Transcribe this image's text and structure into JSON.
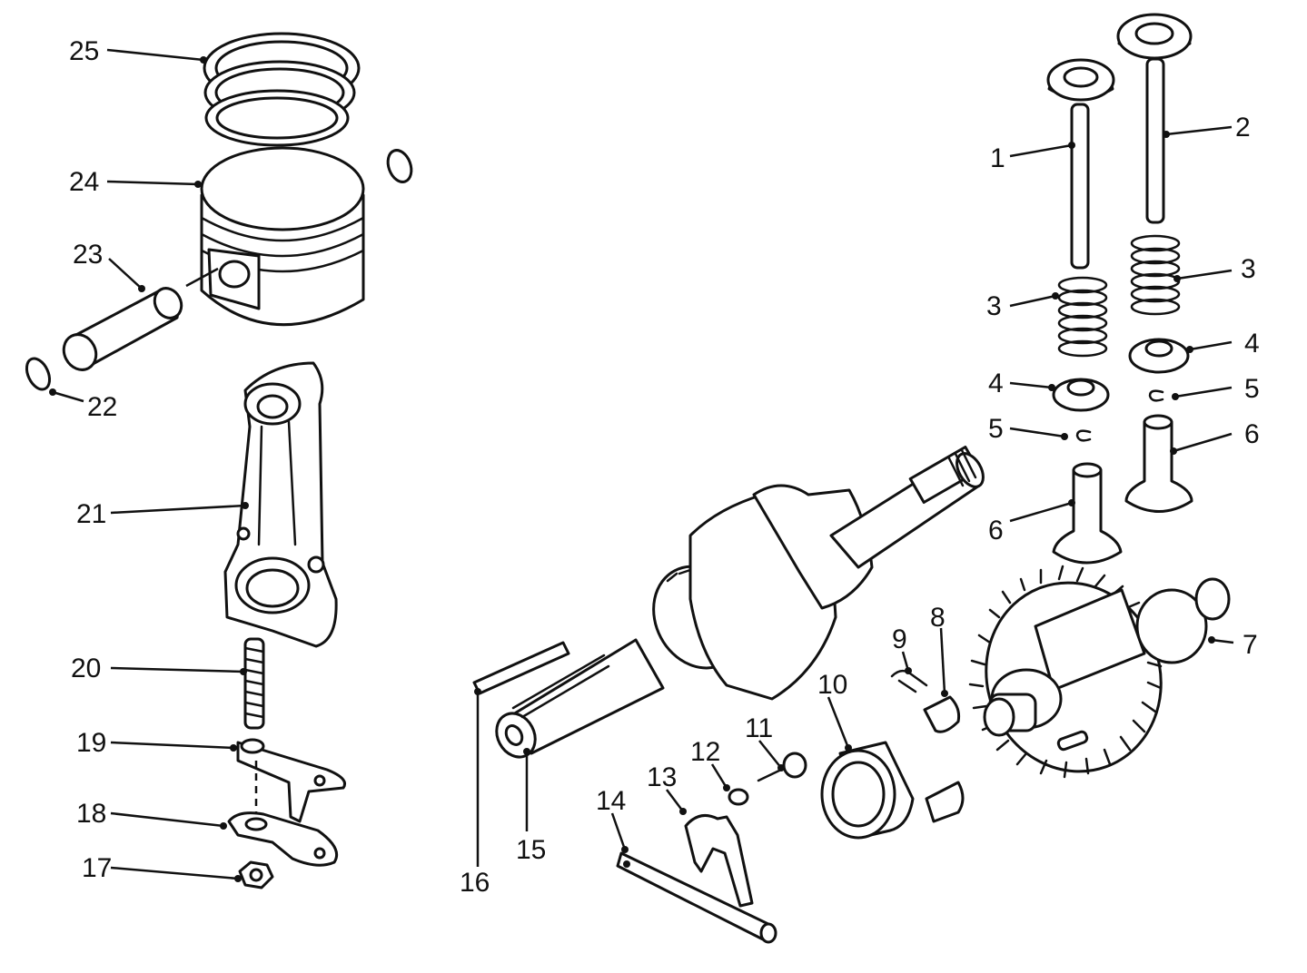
{
  "callouts": [
    "1",
    "2",
    "3",
    "3",
    "4",
    "4",
    "5",
    "5",
    "6",
    "6",
    "7",
    "8",
    "9",
    "10",
    "11",
    "12",
    "13",
    "14",
    "15",
    "16",
    "17",
    "18",
    "19",
    "20",
    "21",
    "22",
    "23",
    "24",
    "25"
  ],
  "colors": {
    "ink": "#111111",
    "paper": "#ffffff"
  }
}
